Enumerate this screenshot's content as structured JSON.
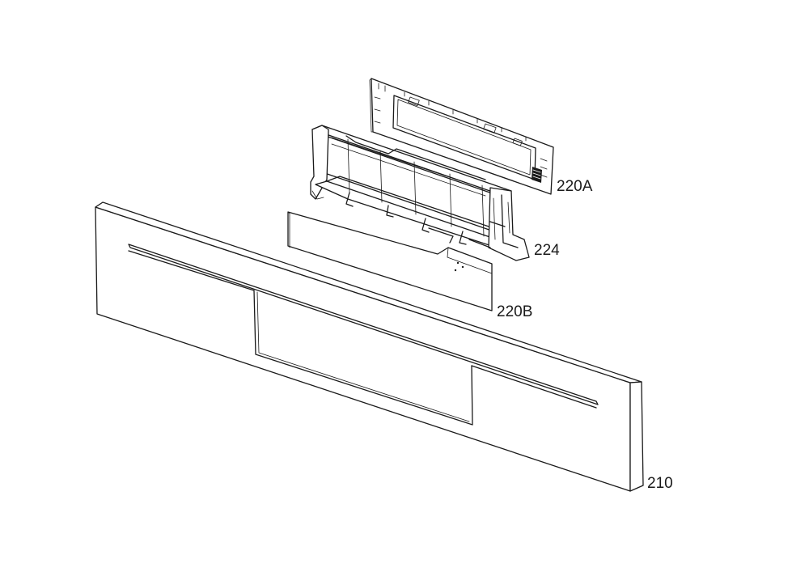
{
  "callouts": {
    "control_board": "220A",
    "housing": "224",
    "display_board": "220B",
    "front_panel": "210"
  }
}
